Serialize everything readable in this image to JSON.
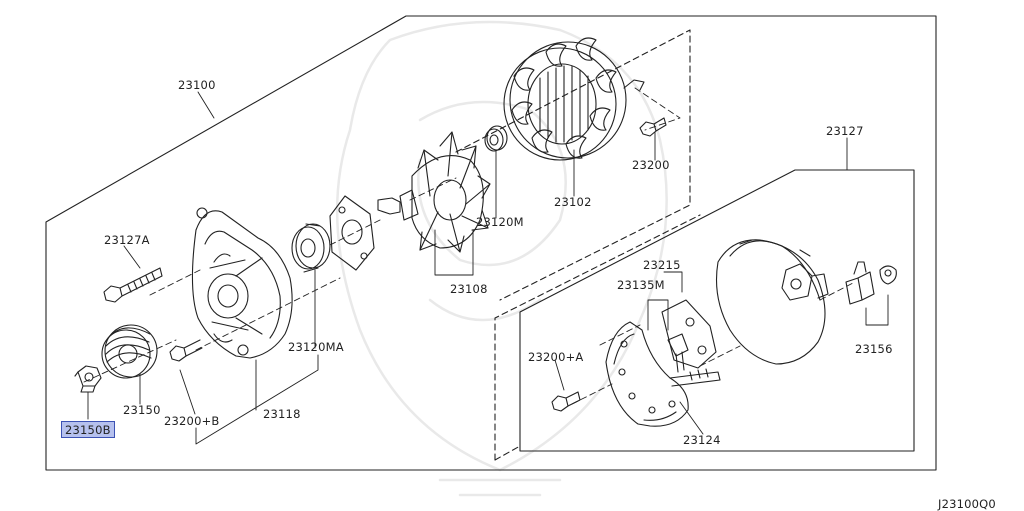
{
  "selected_part": "23150B",
  "selection_color": "#b6c1ee",
  "callouts": {
    "c23100": "23100",
    "c23127": "23127",
    "c23127a": "23127A",
    "c23102": "23102",
    "c23200": "23200",
    "c23120m": "23120M",
    "c23108": "23108",
    "c23215": "23215",
    "c23135m": "23135M",
    "c23120ma": "23120MA",
    "c23200a": "23200+A",
    "c23156": "23156",
    "c23150": "23150",
    "c23200b": "23200+B",
    "c23118": "23118",
    "c23150b": "23150B",
    "c23124": "23124"
  },
  "diagram_code": "J23100Q0"
}
